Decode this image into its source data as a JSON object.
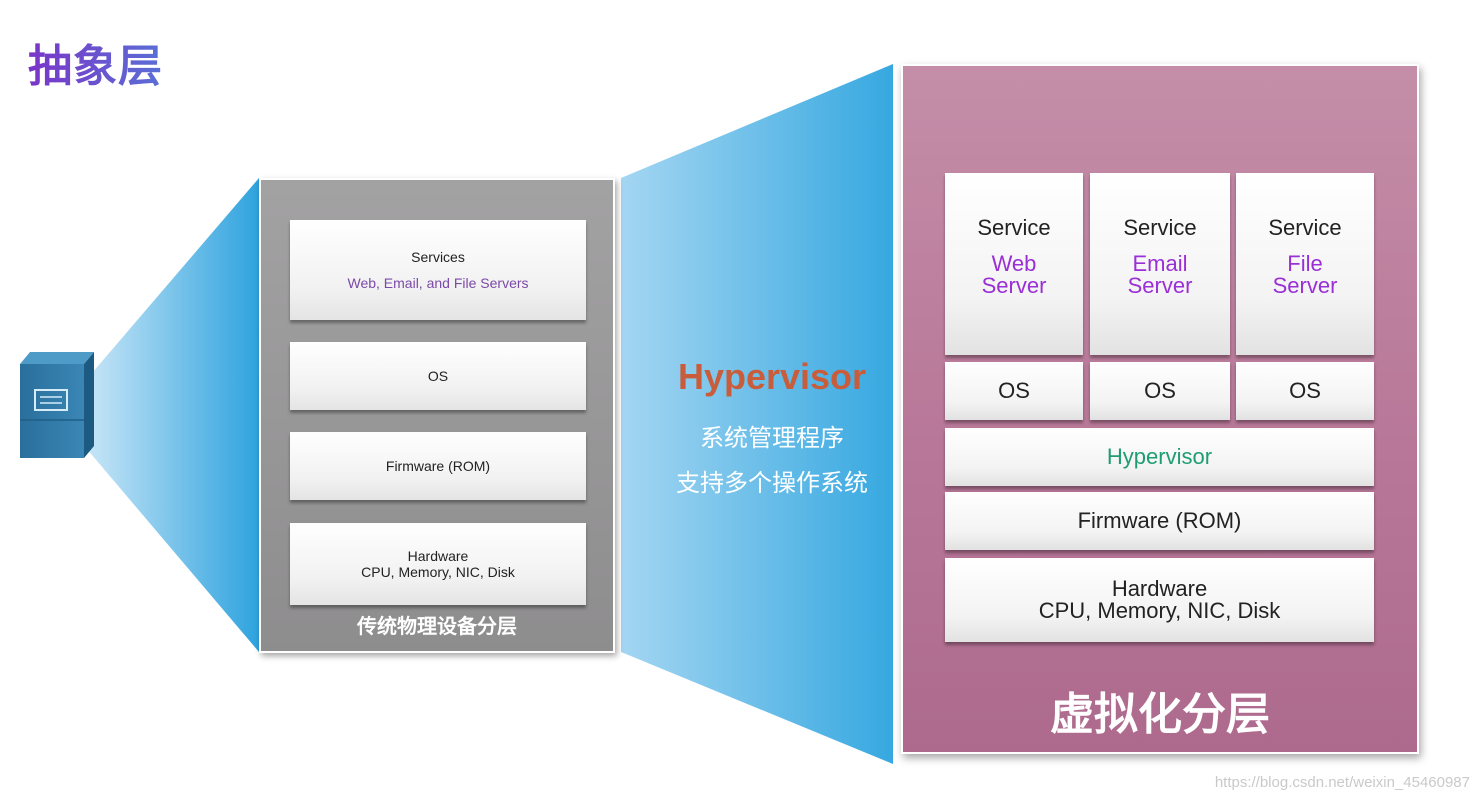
{
  "page": {
    "title": "抽象层",
    "watermark": "https://blog.csdn.net/weixin_45460987"
  },
  "traditional": {
    "services_label": "Services",
    "services_detail": "Web, Email, and File Servers",
    "os": "OS",
    "firmware": "Firmware (ROM)",
    "hardware_label": "Hardware",
    "hardware_detail": "CPU, Memory, NIC, Disk",
    "caption": "传统物理设备分层"
  },
  "hypervisor_info": {
    "title": "Hypervisor",
    "line1": "系统管理程序",
    "line2": "支持多个操作系统"
  },
  "virtualized": {
    "services": [
      {
        "label": "Service",
        "name": "Web\nServer",
        "name_l1": "Web",
        "name_l2": "Server"
      },
      {
        "label": "Service",
        "name_l1": "Email",
        "name_l2": "Server"
      },
      {
        "label": "Service",
        "name_l1": "File",
        "name_l2": "Server"
      }
    ],
    "os": [
      "OS",
      "OS",
      "OS"
    ],
    "hypervisor": "Hypervisor",
    "firmware": "Firmware (ROM)",
    "hardware_label": "Hardware",
    "hardware_detail": "CPU, Memory, NIC, Disk",
    "caption": "虚拟化分层"
  },
  "colors": {
    "title_purple": "#6a3fc9",
    "beam_blue": "#3ba8df",
    "trad_panel_gray": "#9a999a",
    "virt_panel_mauve": "#b87798",
    "hypervisor_orange": "#c95c3a",
    "hypervisor_green": "#1f9d72",
    "service_purple": "#9a2fd6"
  },
  "icons": {
    "server": "server-icon"
  }
}
